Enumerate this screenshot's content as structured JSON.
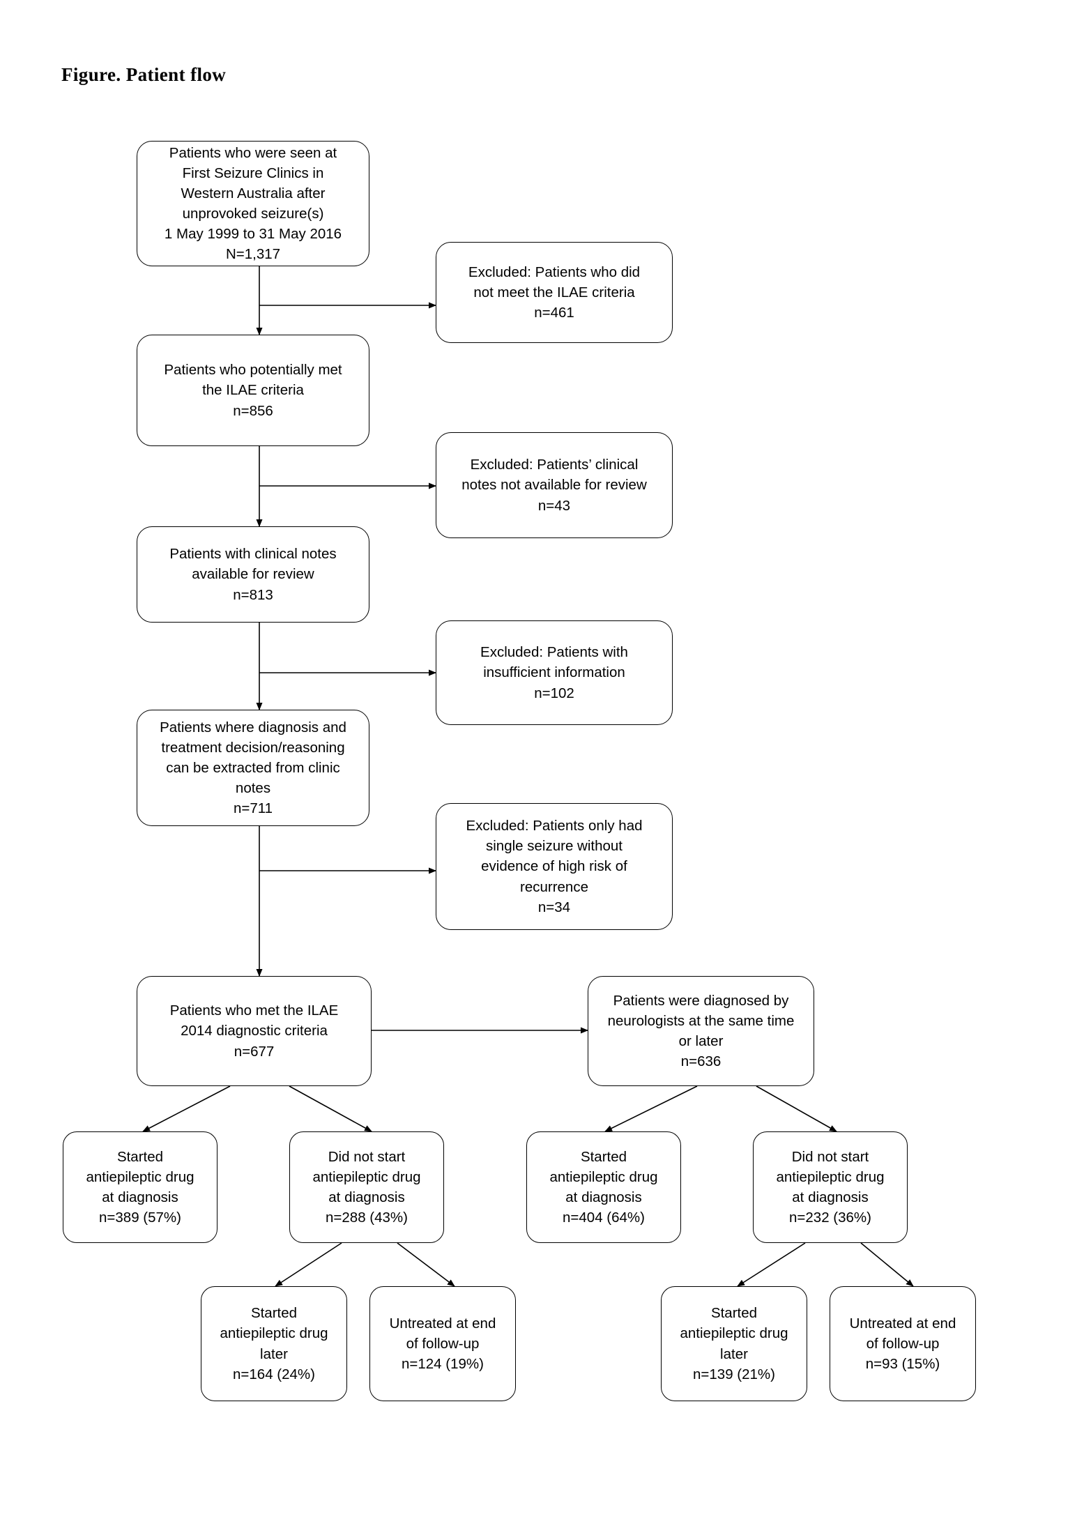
{
  "figure": {
    "title": "Figure. Patient flow",
    "type": "patient-flow-diagram"
  },
  "nodes": {
    "source": {
      "label": "Patients who were seen at\nFirst Seizure  Clinics in\nWestern Australia after\nunprovoked  seizure(s)\n1 May 1999 to 31 May 2016\nN=1,317",
      "count": "N=1,317"
    },
    "potential_ilae": {
      "label": "Patients who potentially  met\nthe ILAE criteria\nn=856",
      "count": "n=856"
    },
    "notes_available": {
      "label": "Patients with clinical notes\navailable  for review\nn=813",
      "count": "n=813"
    },
    "extractable": {
      "label": "Patients where diagnosis and\ntreatment decision/reasoning\ncan be extracted from clinic\nnotes\nn=711",
      "count": "n=711"
    },
    "met_ilae_2014": {
      "label": "Patients who met the ILAE\n2014 diagnostic criteria\nn=677",
      "count": "n=677"
    },
    "neurologist_dx": {
      "label": "Patients were diagnosed  by\nneurologists  at the same  time\nor later\nn=636",
      "count": "n=636"
    },
    "excluded_1": {
      "label": "Excluded:  Patients who did\nnot meet the ILAE criteria\nn=461",
      "count": "n=461"
    },
    "excluded_2": {
      "label": "Excluded:  Patients’ clinical\nnotes not available  for review\nn=43",
      "count": "n=43"
    },
    "excluded_3": {
      "label": "Excluded:  Patients with\ninsufficient information\nn=102",
      "count": "n=102"
    },
    "excluded_4": {
      "label": "Excluded:  Patients only had\nsingle seizure without\nevidence  of high risk of\nrecurrence\nn=34",
      "count": "n=34"
    },
    "left_started": {
      "label": "Started\nantiepileptic  drug\nat diagnosis\nn=389 (57%)",
      "count": "n=389 (57%)"
    },
    "left_not_started": {
      "label": "Did not start\nantiepileptic  drug\nat diagnosis\nn=288 (43%)",
      "count": "n=288 (43%)"
    },
    "right_started": {
      "label": "Started\nantiepileptic  drug\nat diagnosis\nn=404 (64%)",
      "count": "n=404 (64%)"
    },
    "right_not_started": {
      "label": "Did not start\nantiepileptic  drug\nat diagnosis\nn=232 (36%)",
      "count": "n=232 (36%)"
    },
    "left_started_later": {
      "label": "Started\nantiepileptic  drug\nlater\nn=164 (24%)",
      "count": "n=164 (24%)"
    },
    "left_untreated": {
      "label": "Untreated at end\nof follow-up\nn=124 (19%)",
      "count": "n=124 (19%)"
    },
    "right_started_later": {
      "label": "Started\nantiepileptic  drug\nlater\nn=139 (21%)",
      "count": "n=139 (21%)"
    },
    "right_untreated": {
      "label": "Untreated at end\nof follow-up\nn=93 (15%)",
      "count": "n=93 (15%)"
    }
  },
  "style": {
    "stroke": "#000000",
    "background": "#ffffff"
  }
}
